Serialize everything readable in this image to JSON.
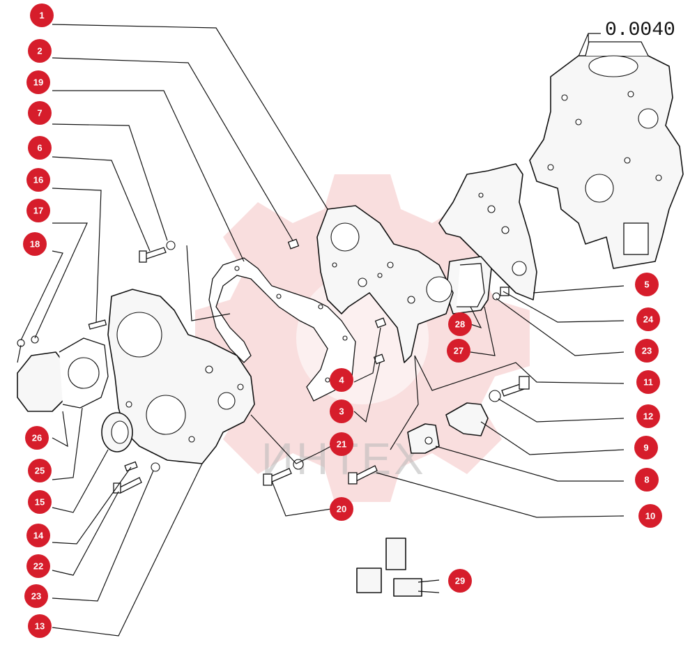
{
  "catalog_code": "0.0040",
  "watermark_text": "ИНТЕХ",
  "accent_color": "#d61d2b",
  "callouts": [
    "1",
    "2",
    "19",
    "7",
    "6",
    "16",
    "17",
    "18",
    "26",
    "25",
    "15",
    "14",
    "22",
    "23",
    "13",
    "5",
    "24",
    "23",
    "11",
    "12",
    "9",
    "8",
    "10",
    "28",
    "27",
    "4",
    "3",
    "21",
    "20",
    "29"
  ]
}
